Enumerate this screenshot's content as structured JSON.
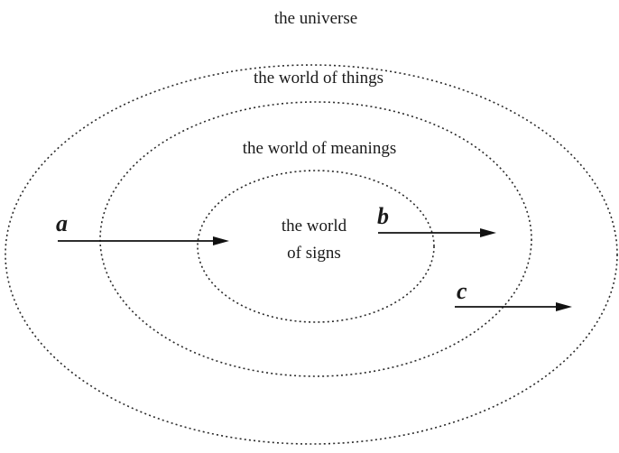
{
  "diagram": {
    "regions": {
      "universe": "the universe",
      "things": "the world of things",
      "meanings": "the world of meanings",
      "signs_line1": "the world",
      "signs_line2": "of signs"
    },
    "arrows": {
      "a": "a",
      "b": "b",
      "c": "c"
    },
    "colors": {
      "ink": "#111111",
      "background": "#ffffff"
    }
  }
}
